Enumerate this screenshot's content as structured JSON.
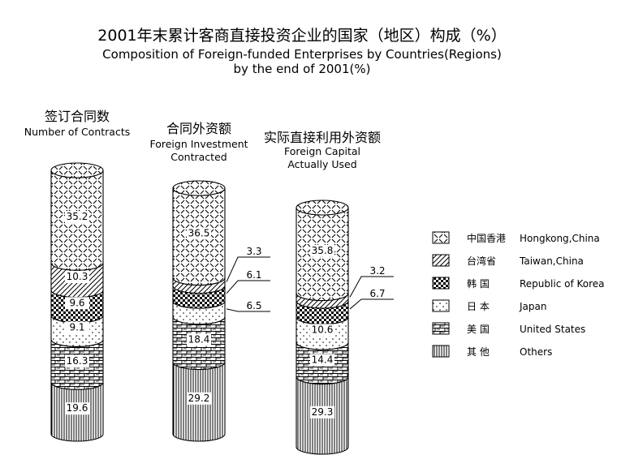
{
  "title_cn": "2001年末累计客商直接投资企业的国家（地区）构成（%）",
  "title_en_1": "Composition of Foreign-funded Enterprises by Countries(Regions)",
  "title_en_2": "by the end of 2001(%)",
  "colors": {
    "ink": "#000000",
    "paper": "#ffffff"
  },
  "chart_data": {
    "type": "stacked-column",
    "unit": "%",
    "categories": [
      {
        "cn": "签订合同数",
        "en": [
          "Number of Contracts"
        ]
      },
      {
        "cn": "合同外资额",
        "en": [
          "Foreign Investment",
          "Contracted"
        ]
      },
      {
        "cn": "实际直接利用外资额",
        "en": [
          "Foreign Capital",
          "Actually Used"
        ]
      }
    ],
    "series": [
      {
        "name_cn": "中国香港",
        "name_en": "Hongkong,China",
        "pattern": "diamond-hatch",
        "values": [
          35.2,
          36.5,
          35.8
        ]
      },
      {
        "name_cn": "台湾省",
        "name_en": "Taiwan,China",
        "pattern": "diagonal-lines",
        "values": [
          10.3,
          3.3,
          3.2
        ]
      },
      {
        "name_cn": "韩 国",
        "name_en": "Republic of Korea",
        "pattern": "checker",
        "values": [
          9.6,
          6.1,
          6.7
        ]
      },
      {
        "name_cn": "日 本",
        "name_en": "Japan",
        "pattern": "dots",
        "values": [
          9.1,
          6.5,
          10.6
        ]
      },
      {
        "name_cn": "美 国",
        "name_en": "United States",
        "pattern": "brick",
        "values": [
          16.3,
          18.4,
          14.4
        ]
      },
      {
        "name_cn": "其 他",
        "name_en": "Others",
        "pattern": "vertical-lines",
        "values": [
          19.6,
          29.2,
          29.3
        ]
      }
    ],
    "legend_position": "right",
    "grid": false
  }
}
